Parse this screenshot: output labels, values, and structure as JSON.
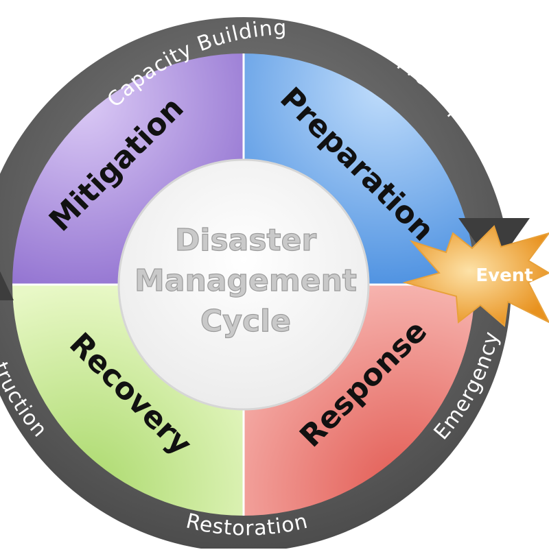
{
  "center": {
    "line1": "Disaster",
    "line2": "Management",
    "line3": "Cycle"
  },
  "quadrants": {
    "mitigation": {
      "label": "Mitigation",
      "color": "#b49be0"
    },
    "preparation": {
      "label": "Preparation",
      "color": "#7cb3ee"
    },
    "response": {
      "label": "Response",
      "color": "#ec8a84"
    },
    "recovery": {
      "label": "Recovery",
      "color": "#c7e98e"
    }
  },
  "ring": {
    "color": "#6e6e6e",
    "top": "Capacity Building",
    "upper_right": "Pre-Impact",
    "lower_right": "Emergency",
    "bottom": "Restoration",
    "left": "truction"
  },
  "event": {
    "label": "Event",
    "color": "#f2a33a"
  }
}
